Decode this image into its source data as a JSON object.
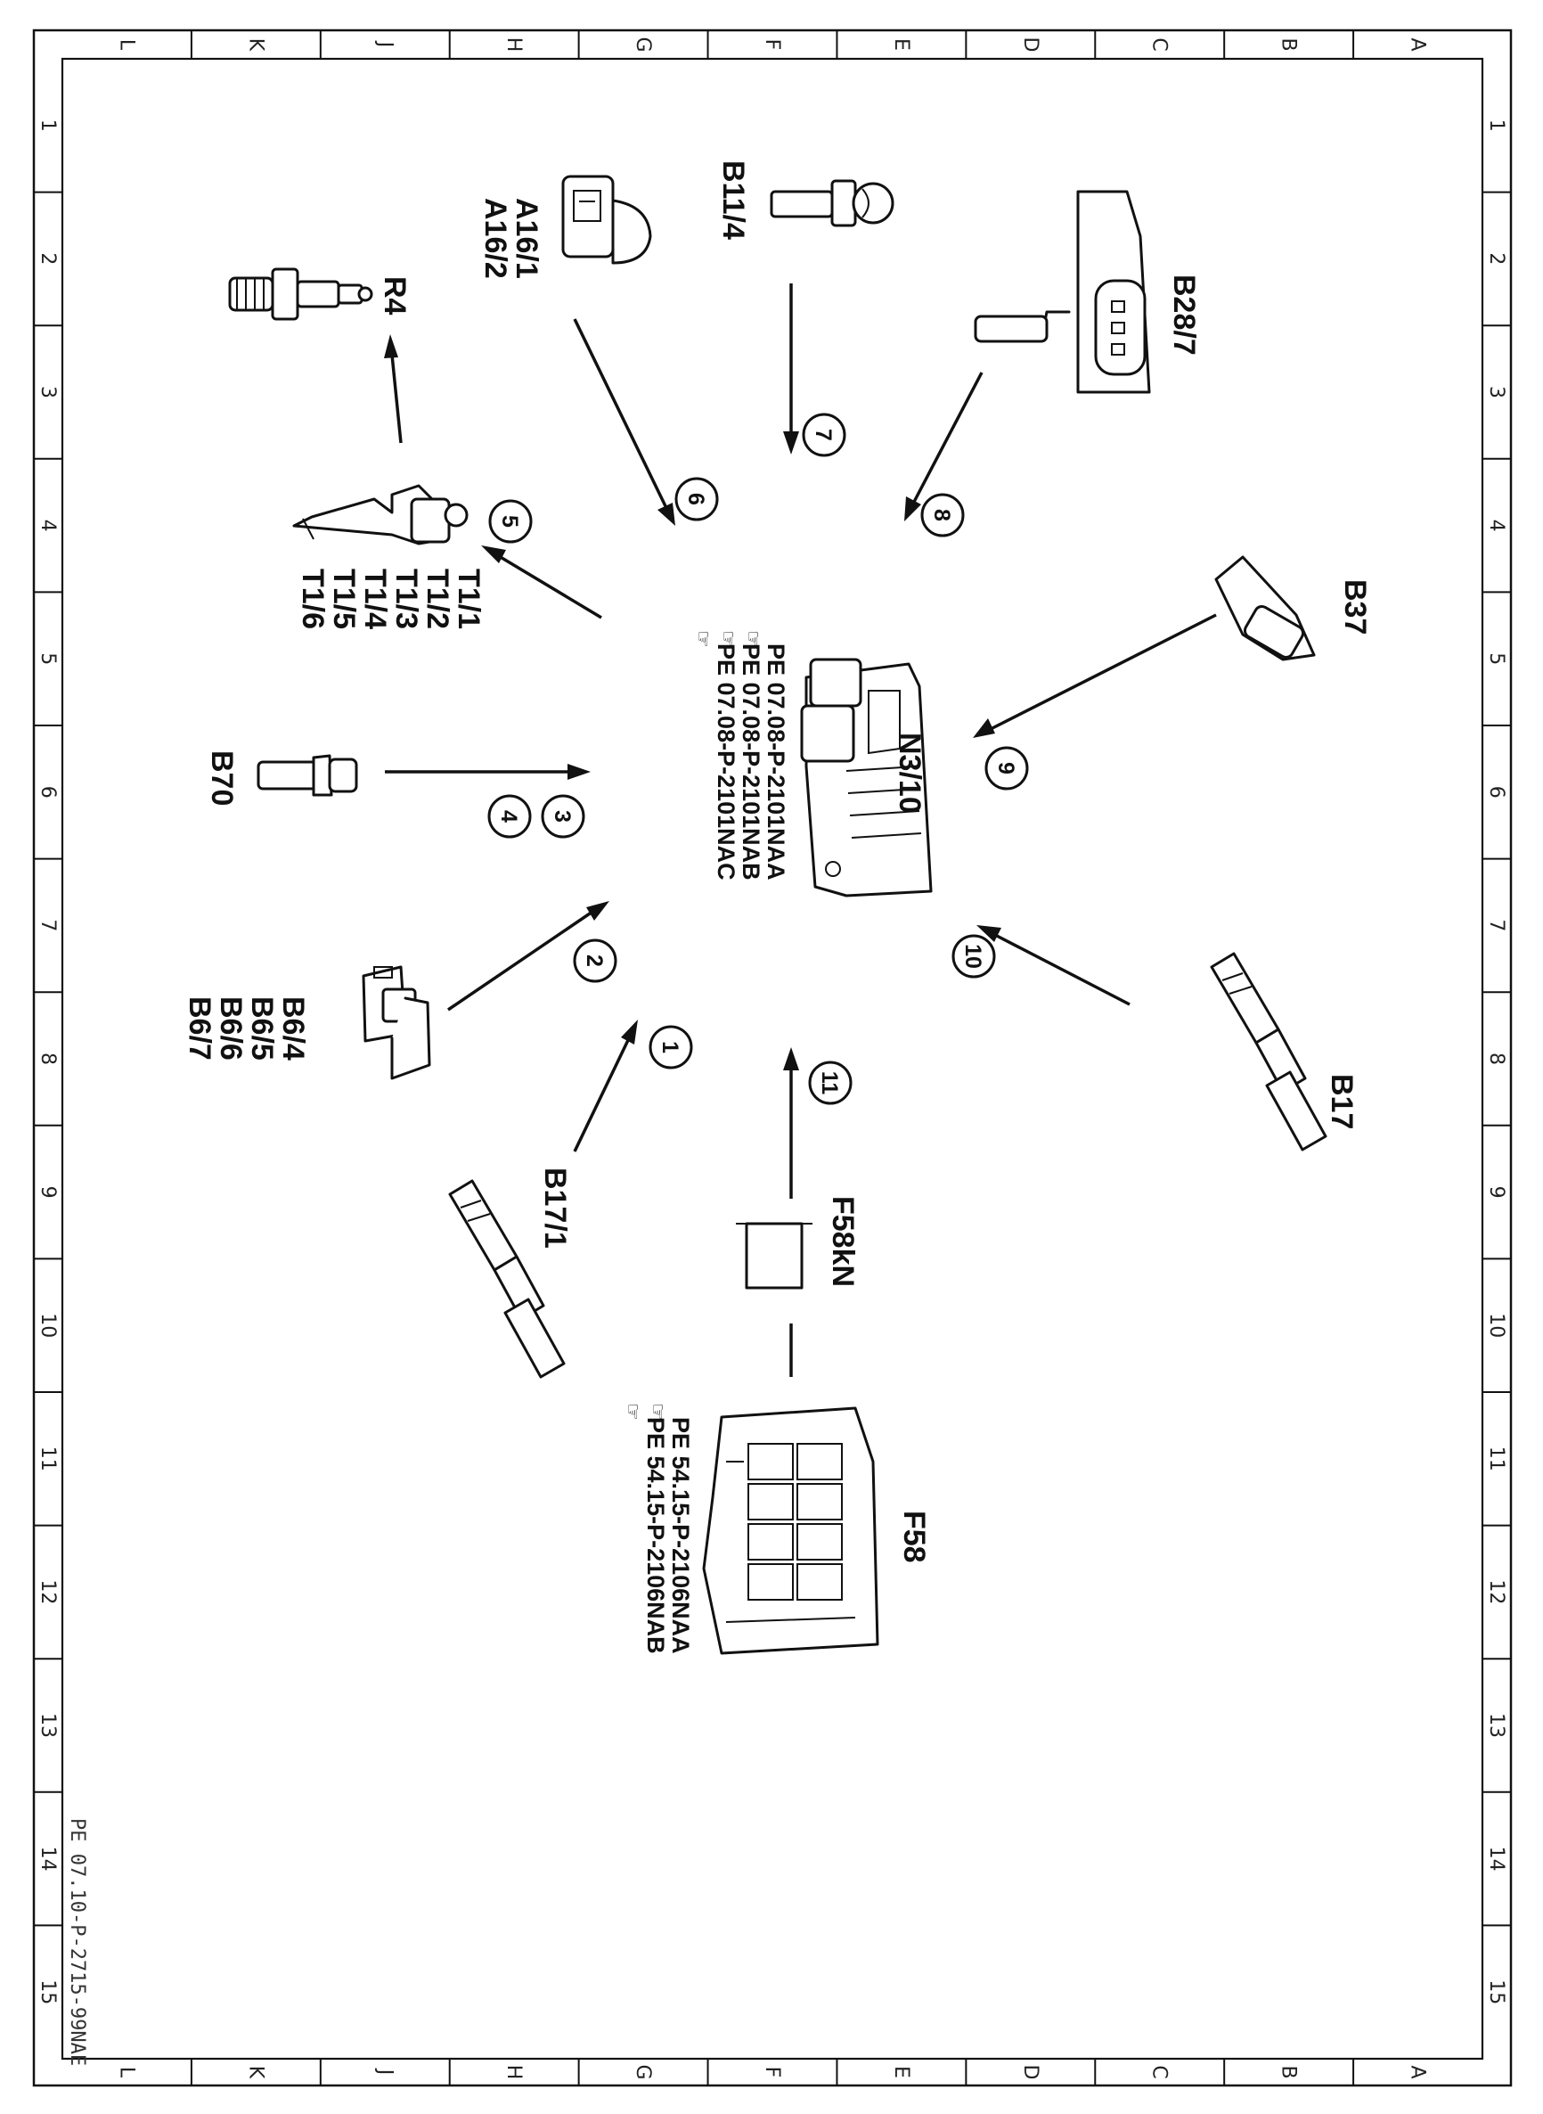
{
  "border": {
    "columns": [
      "L",
      "K",
      "J",
      "H",
      "G",
      "F",
      "E",
      "D",
      "C",
      "B",
      "A"
    ],
    "rows": [
      "1",
      "2",
      "3",
      "4",
      "5",
      "6",
      "7",
      "8",
      "9",
      "10",
      "11",
      "12",
      "13",
      "14",
      "15"
    ]
  },
  "document_id": "PE 07.10-P-2715-99NAE",
  "center_unit": {
    "label": "N3/10",
    "refs": [
      "PE  07.08-P-2101NAA",
      "PE  07.08-P-2101NAB",
      "PE  07.08-P-2101NAC"
    ]
  },
  "fuse_box": {
    "label": "F58",
    "refs": [
      "PE  54.15-P-2106NAA",
      "PE  54.15-P-2106NAB"
    ]
  },
  "relay": {
    "label": "F58kN"
  },
  "components": {
    "b11_4": {
      "label": "B11/4"
    },
    "a16": {
      "labels": [
        "A16/1",
        "A16/2"
      ]
    },
    "r4": {
      "label": "R4"
    },
    "b28_7": {
      "label": "B28/7"
    },
    "t1": {
      "labels": [
        "T1/1",
        "T1/2",
        "T1/3",
        "T1/4",
        "T1/5",
        "T1/6"
      ]
    },
    "b37": {
      "label": "B37"
    },
    "b70": {
      "label": "B70"
    },
    "b6": {
      "labels": [
        "B6/4",
        "B6/5",
        "B6/6",
        "B6/7"
      ]
    },
    "b17": {
      "label": "B17"
    },
    "b17_1": {
      "label": "B17/1"
    }
  },
  "callouts": [
    "1",
    "2",
    "3",
    "4",
    "5",
    "6",
    "7",
    "8",
    "9",
    "10",
    "11"
  ],
  "icons": {
    "reference": "pointing-hand-icon"
  }
}
